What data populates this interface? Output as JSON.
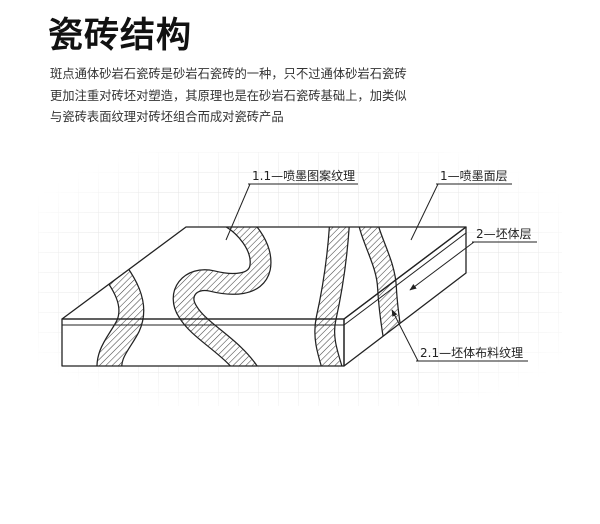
{
  "title": "瓷砖结构",
  "description": [
    "斑点通体砂岩石瓷砖是砂岩石瓷砖的一种，只不过通体砂岩石瓷砖",
    "更加注重对砖坯对塑造，其原理也是在砂岩石瓷砖基础上，加类似",
    "与瓷砖表面纹理对砖坯组合而成对瓷砖产品"
  ],
  "diagram": {
    "labels": {
      "pattern_texture": "1.1—喷墨图案纹理",
      "glaze_layer": "1—喷墨面层",
      "body_layer": "2—坯体层",
      "body_texture": "2.1—坯体布料纹理"
    },
    "colors": {
      "line": "#222222",
      "grid": "#e4e4e4",
      "background": "#ffffff"
    }
  }
}
